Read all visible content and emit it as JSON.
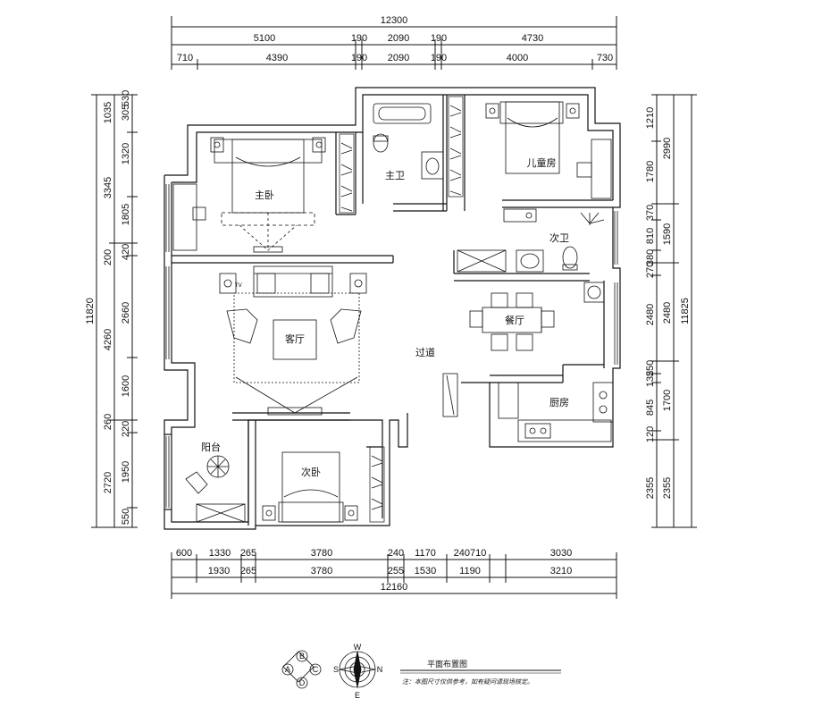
{
  "drawing_title": "平面布置图",
  "drawing_note": "注：本图尺寸仅供参考，如有疑问请现场核定。",
  "compass": {
    "top": "W",
    "left": "S",
    "right": "N",
    "bottom": "E"
  },
  "index_symbol": {
    "top": "B",
    "left": "A",
    "right": "C",
    "bottom": "D"
  },
  "rooms": {
    "master_bedroom": "主卧",
    "master_bath": "主卫",
    "kids_room": "儿童房",
    "second_bath": "次卫",
    "dining": "餐厅",
    "living": "客厅",
    "corridor": "过道",
    "kitchen": "厨房",
    "balcony": "阳台",
    "second_bedroom": "次卧"
  },
  "tv_label": "TV",
  "dims_top": {
    "total": "12300",
    "row1": [
      "5100",
      "190",
      "2090",
      "190",
      "4730"
    ],
    "row2": [
      "710",
      "4390",
      "190",
      "2090",
      "190",
      "4000",
      "730"
    ]
  },
  "dims_bottom": {
    "total": "12160",
    "row1": [
      "600",
      "1330",
      "265",
      "3780",
      "240",
      "1170",
      "240710",
      "3030"
    ],
    "row2": [
      "1930",
      "265",
      "3780",
      "255",
      "1530",
      "1190",
      "3210"
    ]
  },
  "dims_left": {
    "total": "11820",
    "outer": [
      "3345",
      "4260",
      "2720"
    ],
    "inner": [
      "1035",
      "305",
      "530",
      "1320",
      "1805",
      "200",
      "420",
      "2660",
      "1600",
      "260",
      "220",
      "1950",
      "550"
    ]
  },
  "dims_right": {
    "total": "11825",
    "outer": [
      "2990",
      "1590",
      "2480",
      "1700",
      "2355"
    ],
    "inner": [
      "1210",
      "1780",
      "370",
      "810",
      "380",
      "270",
      "2480",
      "250",
      "135",
      "845",
      "120",
      "2355"
    ]
  }
}
